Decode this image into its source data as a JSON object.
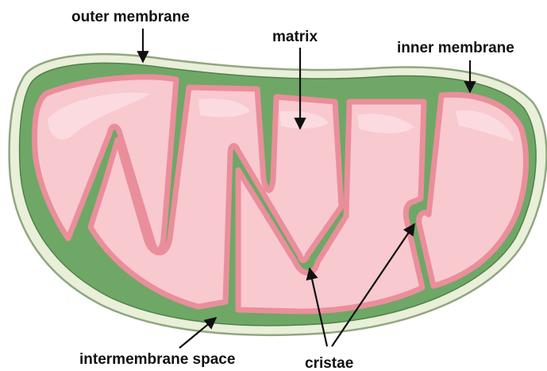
{
  "diagram": {
    "labels": {
      "outer_membrane": "outer membrane",
      "matrix": "matrix",
      "inner_membrane": "inner membrane",
      "intermembrane_space": "intermembrane space",
      "cristae": "cristae"
    },
    "colors": {
      "outer_membrane": "#E9EFD9",
      "outer_membrane_edge": "#8FA77F",
      "intermembrane_space": "#6FA766",
      "inner_membrane": "#EA8E9B",
      "inner_membrane_edge": "#C55B6B",
      "matrix": "#F8C9CF",
      "matrix_highlight": "#FCDDE1",
      "arrow": "#111111"
    }
  }
}
